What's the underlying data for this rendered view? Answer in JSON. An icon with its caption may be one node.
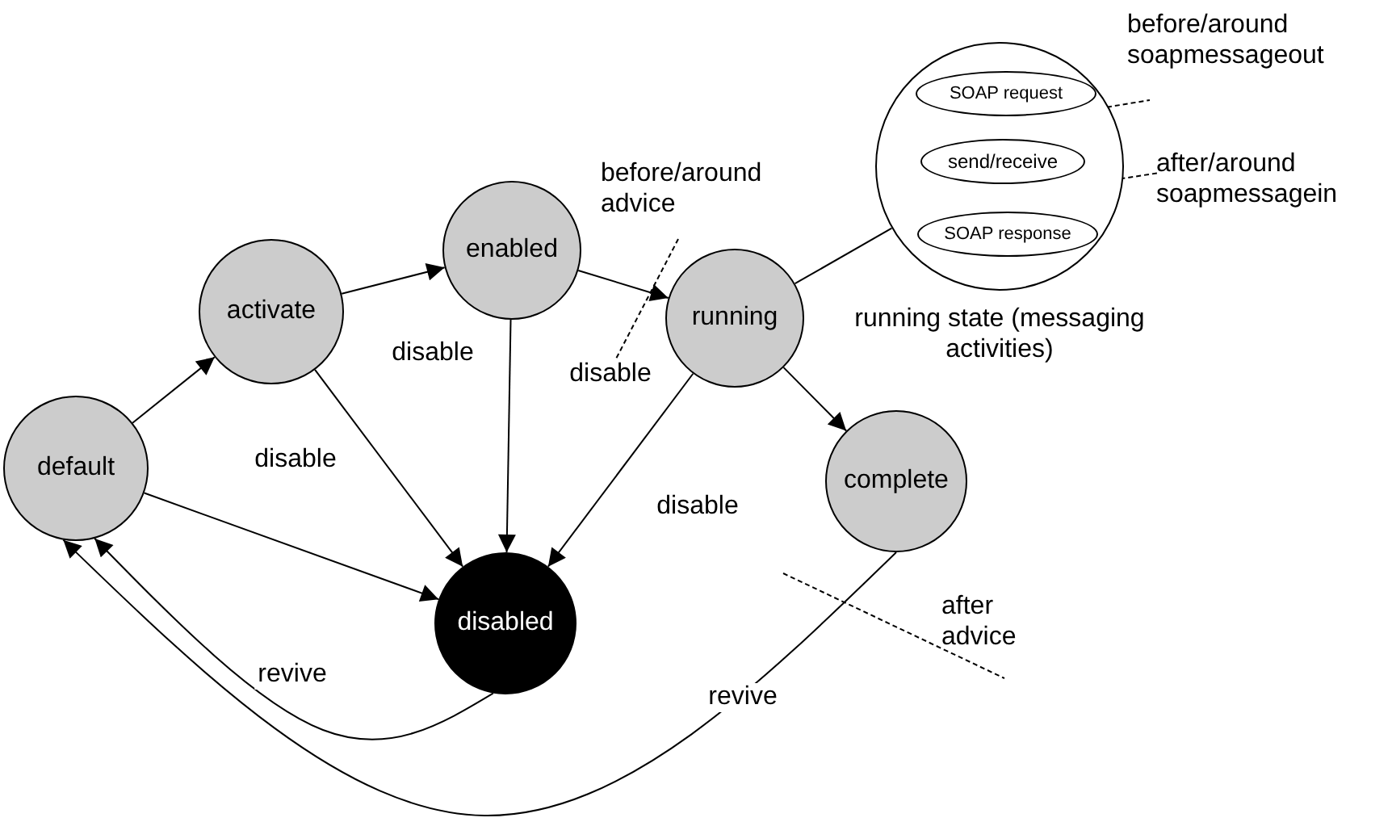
{
  "diagram": {
    "nodes": [
      {
        "text": [
          "default"
        ]
      },
      {
        "text": [
          "activate"
        ]
      },
      {
        "text": [
          "enabled"
        ]
      },
      {
        "text": [
          "running"
        ]
      },
      {
        "text": [
          "complete"
        ]
      },
      {
        "text": [
          "disabled"
        ]
      },
      {
        "text": [],
        "shape": "circle",
        "beside": [
          "running state (messaging activities)"
        ]
      },
      {
        "text": [
          "SOAP request"
        ],
        "in": 6
      },
      {
        "text": [
          "send/receive"
        ],
        "in": 6
      },
      {
        "text": [
          "SOAP response"
        ],
        "in": 6
      }
    ],
    "edges": [
      {
        "from": 0,
        "to": 1,
        "arrow": "to"
      },
      {
        "from": 1,
        "to": 2,
        "arrow": "to"
      },
      {
        "from": 2,
        "to": 3,
        "arrow": "to"
      },
      {
        "from": 3,
        "to": 4,
        "arrow": "to"
      },
      {
        "from": 0,
        "to": 5,
        "arrow": "to",
        "label": "disable"
      },
      {
        "from": 1,
        "to": 5,
        "arrow": "to",
        "label": "disable"
      },
      {
        "from": 2,
        "to": 5,
        "arrow": "to",
        "label": "disable"
      },
      {
        "from": 3,
        "to": 5,
        "arrow": "to",
        "label": "disable"
      },
      {
        "from": 5,
        "to": 0,
        "arrow": "to",
        "label": "revive"
      },
      {
        "from": 4,
        "to": 0,
        "arrow": "to",
        "label": "revive"
      },
      {
        "from": 3,
        "to": 6,
        "arrow": "none"
      }
    ],
    "labels": [
      "before/around advice",
      "before/around soapmessageout",
      "after/around soapmessagein",
      "after advice"
    ]
  }
}
